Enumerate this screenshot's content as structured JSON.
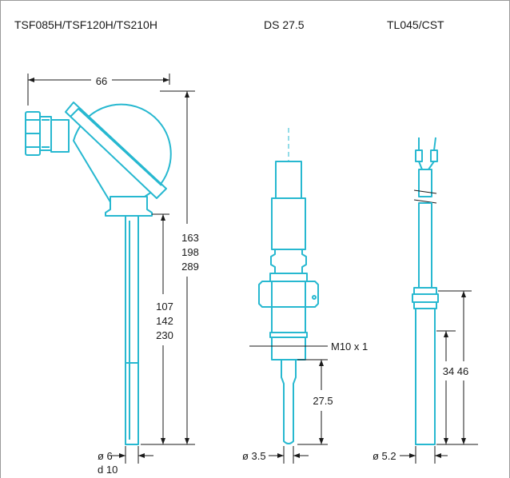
{
  "headers": {
    "left": "TSF085H/TSF120H/TS210H",
    "middle": "DS 27.5",
    "right": "TL045/CST"
  },
  "left_sensor": {
    "width_dim": "66",
    "total_lengths": [
      "163",
      "198",
      "289"
    ],
    "stem_lengths": [
      "107",
      "142",
      "230"
    ],
    "stem_diameter": "ø 6",
    "stem_d": "d 10"
  },
  "middle_sensor": {
    "thread": "M10 x 1",
    "tip_length": "27.5",
    "tip_diameter": "ø 3.5"
  },
  "right_sensor": {
    "lengths": "34 46",
    "diameter": "ø 5.2"
  },
  "colors": {
    "outline": "#27b8d0",
    "text": "#1a1a1a",
    "frame": "#999999"
  }
}
